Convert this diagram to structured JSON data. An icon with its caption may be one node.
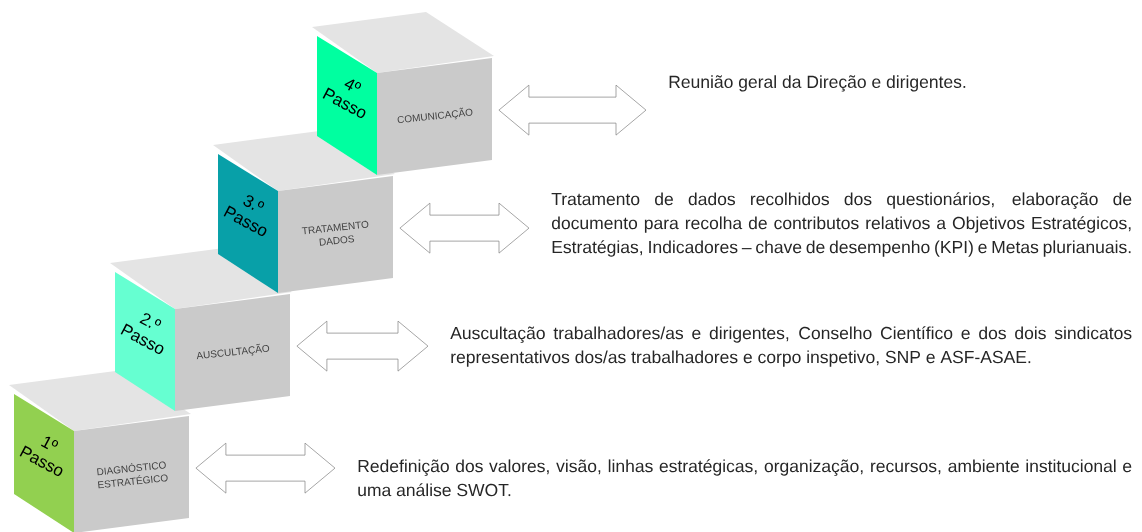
{
  "diagram": {
    "nodes": [
      {
        "text": [
          "1º Passo",
          "DIAGNÓSTICO ESTRATÉGICO"
        ]
      },
      {
        "text": [
          "2.º Passo",
          "AUSCULTAÇÃO"
        ]
      },
      {
        "text": [
          "3.º Passo",
          "TRATAMENTO DADOS"
        ]
      },
      {
        "text": [
          "4º Passo",
          "COMUNICAÇÃO"
        ]
      },
      {
        "text": [
          "Redefinição dos valores, visão, linhas estratégicas, organização, recursos, ambiente institucional e uma análise SWOT."
        ]
      },
      {
        "text": [
          "Auscultação trabalhadores/as e dirigentes, Conselho Científico e dos dois sindicatos representativos dos/as trabalhadores e corpo inspetivo, SNP e ASF-ASAE."
        ]
      },
      {
        "text": [
          "Tratamento de dados recolhidos dos questionários, elaboração de documento para recolha de contributos relativos a Objetivos Estratégicos, Estratégias, Indicadores – chave de desempenho (KPI) e Metas plurianuais."
        ]
      },
      {
        "text": [
          "Reunião geral da Direção e dirigentes."
        ]
      }
    ],
    "edges": [
      {
        "from": 0,
        "to": 4,
        "arrow": "both"
      },
      {
        "from": 1,
        "to": 5,
        "arrow": "both"
      },
      {
        "from": 2,
        "to": 6,
        "arrow": "both"
      },
      {
        "from": 3,
        "to": 7,
        "arrow": "both"
      }
    ]
  }
}
